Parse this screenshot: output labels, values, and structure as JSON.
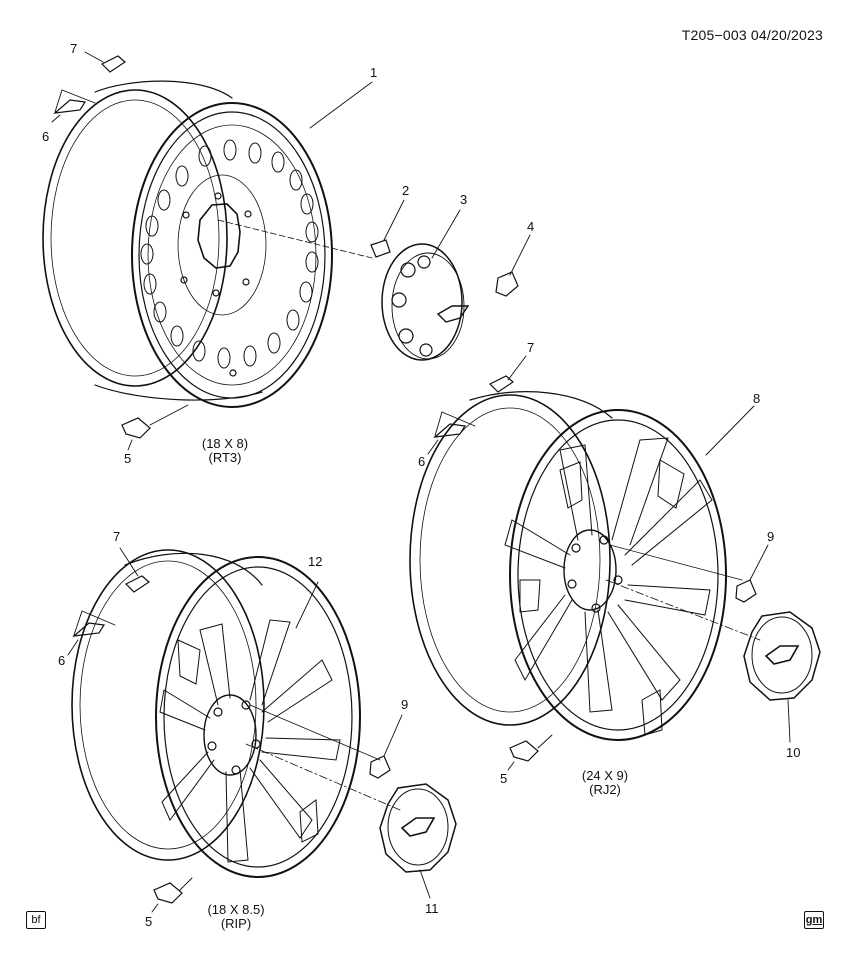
{
  "header": {
    "code": "T205−003  04/20/2023"
  },
  "callouts": {
    "c1": "1",
    "c2": "2",
    "c3": "3",
    "c4": "4",
    "c5a": "5",
    "c5b": "5",
    "c5c": "5",
    "c6a": "6",
    "c6b": "6",
    "c6c": "6",
    "c7a": "7",
    "c7b": "7",
    "c7c": "7",
    "c8": "8",
    "c9a": "9",
    "c9b": "9",
    "c10": "10",
    "c11": "11",
    "c12": "12"
  },
  "wheels": {
    "rt3": {
      "size": "(18 X 8)",
      "code": "(RT3)"
    },
    "rj2": {
      "size": "(24 X 9)",
      "code": "(RJ2)"
    },
    "rip": {
      "size": "(18 X 8.5)",
      "code": "(RIP)"
    }
  },
  "footer": {
    "left_badge": "bf",
    "right_badge": "gm"
  }
}
